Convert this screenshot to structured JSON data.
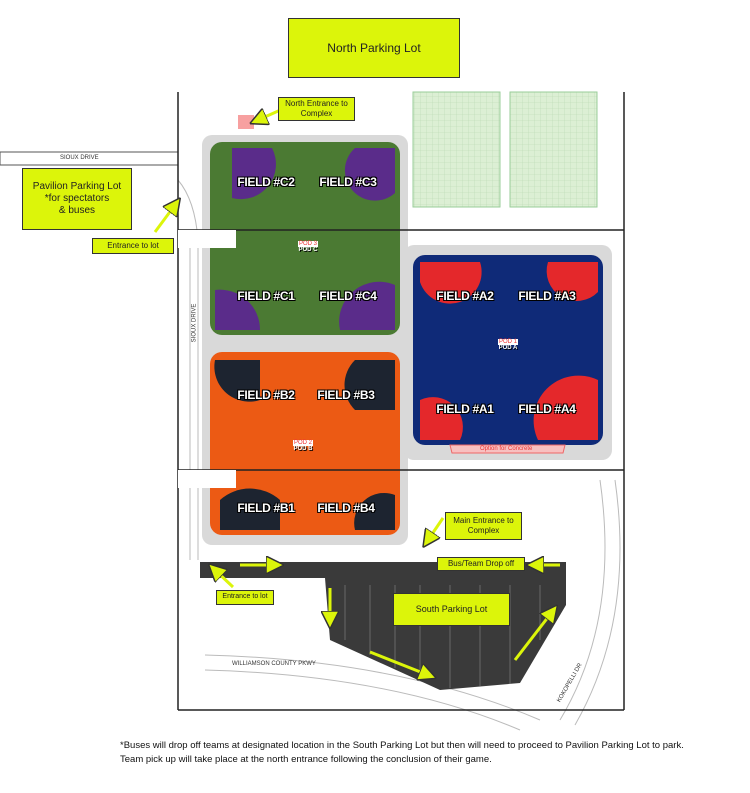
{
  "labels": {
    "north_parking": "North Parking Lot",
    "north_entrance": "North Entrance to Complex",
    "pavilion": [
      "Pavilion Parking Lot",
      "*for spectators",
      "& buses"
    ],
    "entrance_lot_north": "Entrance to lot",
    "main_entrance": "Main Entrance to Complex",
    "bus_drop": "Bus/Team Drop off",
    "south_parking": "South Parking Lot",
    "entrance_lot_south": "Entrance to lot",
    "concrete": "Option for Concrete"
  },
  "roads": {
    "sioux_drive": "SIOUX DRIVE",
    "sioux_drive_vertical": "SIOUX DRIVE",
    "williamson": "WILLIAMSON COUNTY PKWY",
    "kokopelli": "KOKOPELLI DR"
  },
  "pods": [
    {
      "pod": "POD 3",
      "name": "POD C"
    },
    {
      "pod": "POD 1",
      "name": "POD A"
    },
    {
      "pod": "POD 2",
      "name": "POD B"
    }
  ],
  "fields": [
    "FIELD #C2",
    "FIELD #C3",
    "FIELD #C1",
    "FIELD #C4",
    "FIELD #A2",
    "FIELD #A3",
    "FIELD #A1",
    "FIELD #A4",
    "FIELD #B2",
    "FIELD #B3",
    "FIELD #B1",
    "FIELD #B4"
  ],
  "footnote": [
    "*Buses will drop off teams at designated location in the South Parking Lot but then will need to proceed to Pavilion Parking Lot to park.",
    " Team pick up will take place at the north entrance following the conclusion of their game."
  ],
  "colors": {
    "label": "#dcf50a",
    "pod_c": "#4b7a33",
    "pod_a": "#0f2a78",
    "pod_b": "#ec5a14",
    "lot": "#3a3a3a"
  }
}
